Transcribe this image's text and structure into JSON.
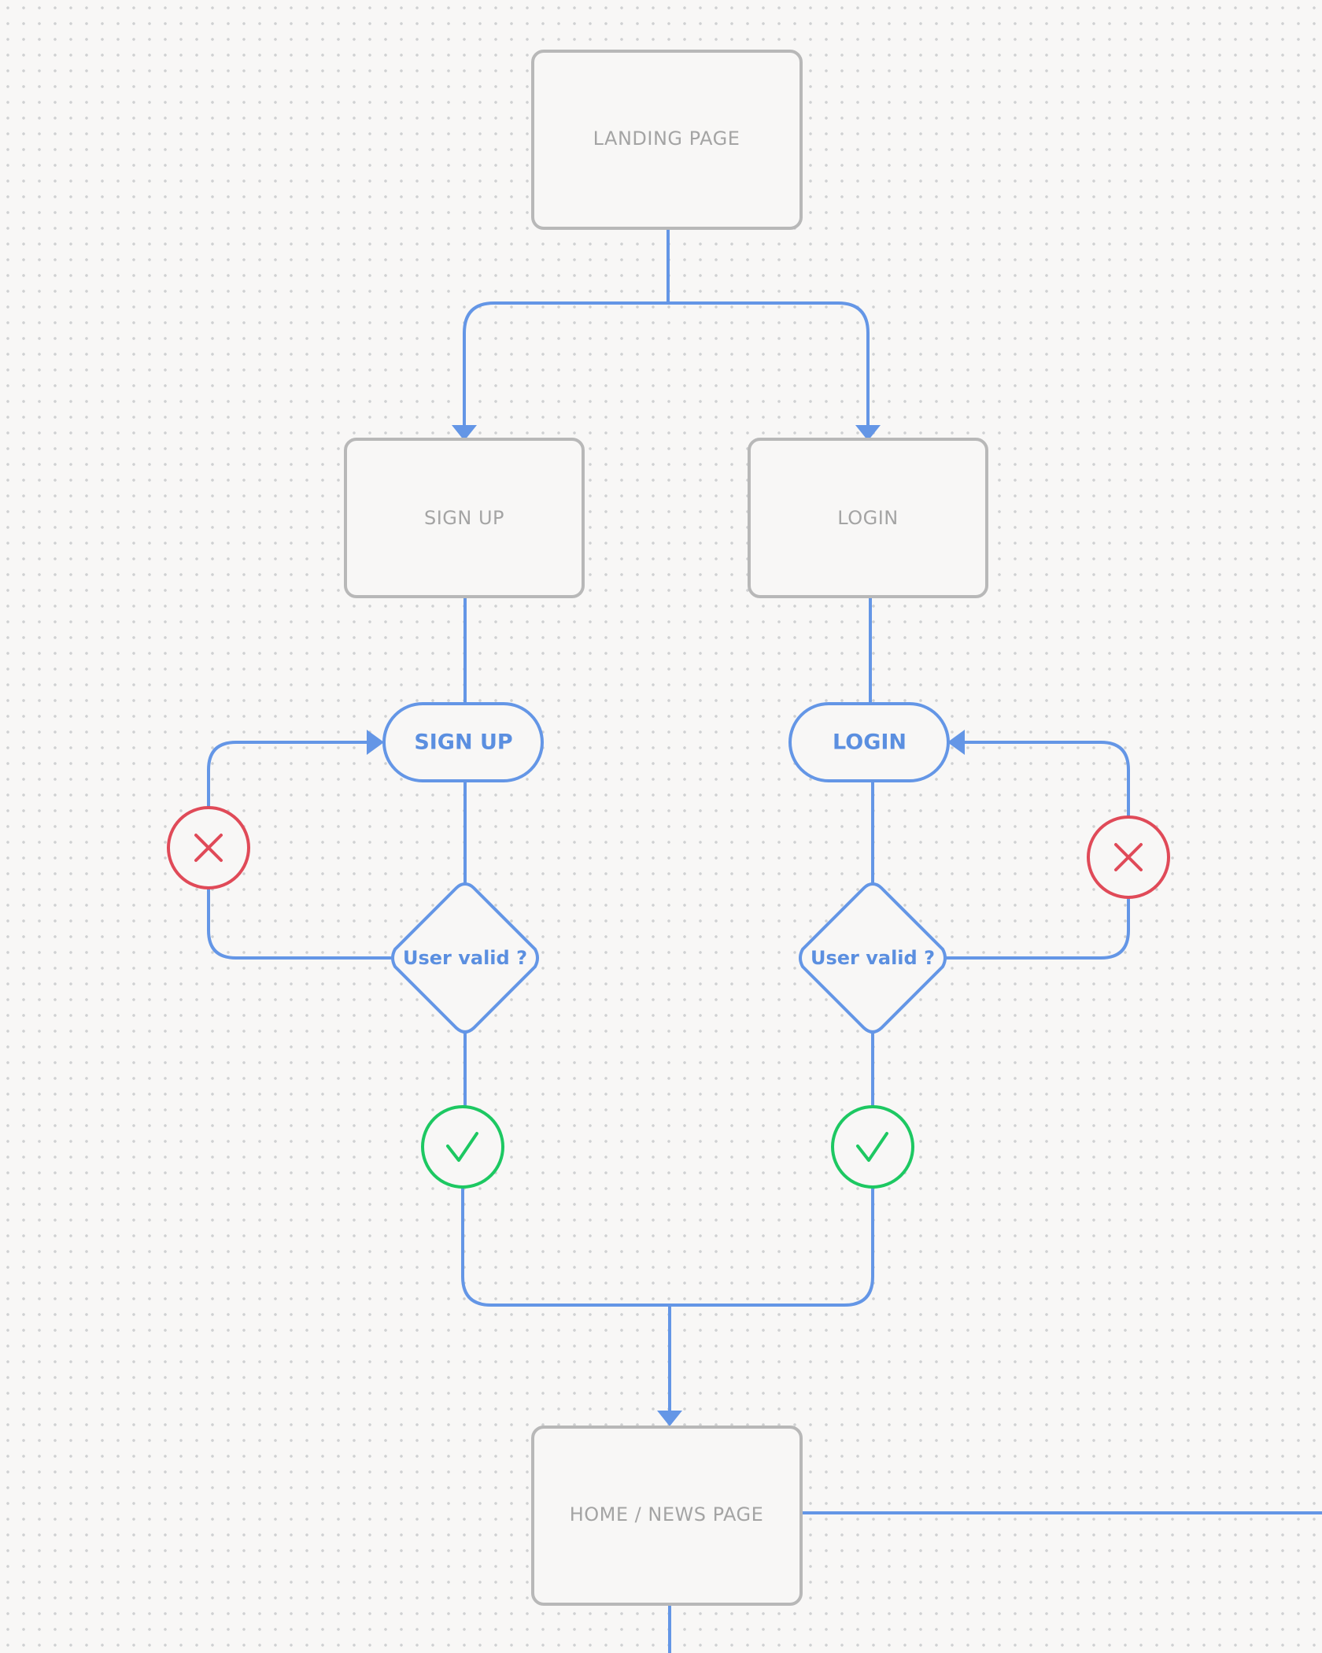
{
  "nodes": {
    "landing": "LANDING PAGE",
    "signup_page": "SIGN UP",
    "login_page": "LOGIN",
    "signup_action": "SIGN UP",
    "login_action": "LOGIN",
    "signup_check": "User valid ?",
    "login_check": "User valid ?",
    "home": "HOME / NEWS PAGE"
  },
  "colors": {
    "connector": "#6496e6",
    "page_border": "#b8b8b8",
    "page_text": "#a4a4a4",
    "failure": "#e04a58",
    "success": "#1dc862",
    "background": "#f8f7f6"
  },
  "icons": {
    "failure": "x-circle-icon",
    "success": "check-circle-icon"
  }
}
